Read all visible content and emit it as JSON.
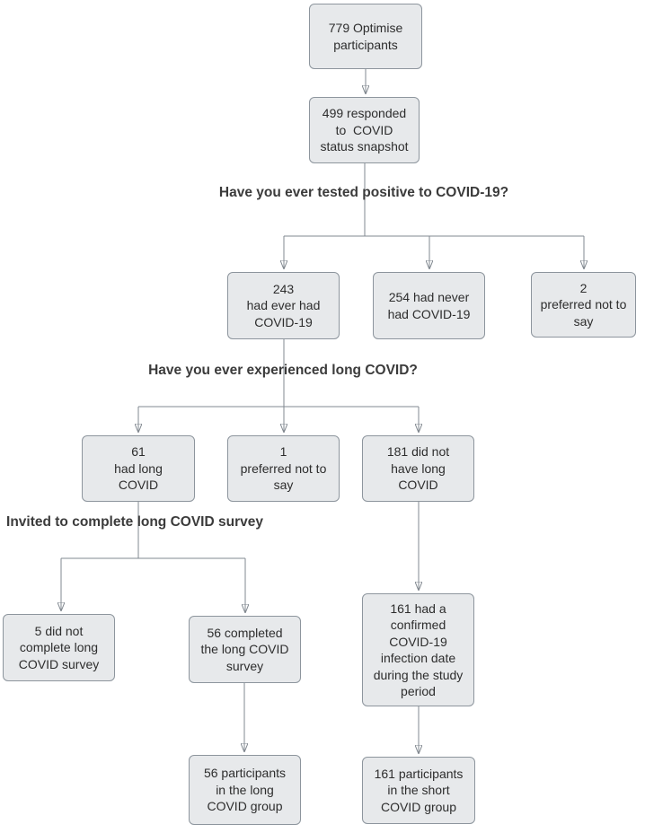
{
  "colors": {
    "box_fill": "#e7e9eb",
    "box_border": "#8d959d",
    "line": "#828990",
    "arrowhead": "#333a44",
    "box_text": "#2d2d2d",
    "label_text": "#3b3b3b",
    "background": "#ffffff"
  },
  "nodes": [
    {
      "id": "optimise-participants",
      "text": "779 Optimise\nparticipants"
    },
    {
      "id": "responded-covid-snapshot",
      "text": "499 responded\nto  COVID\nstatus snapshot"
    },
    {
      "id": "ever-had-covid",
      "text": "243\nhad ever had\nCOVID-19"
    },
    {
      "id": "never-had-covid",
      "text": "254 had never\nhad COVID-19"
    },
    {
      "id": "preferred-not-to-say-covid",
      "text": "2\npreferred not to\nsay"
    },
    {
      "id": "had-long-covid",
      "text": "61\nhad long\nCOVID"
    },
    {
      "id": "preferred-not-to-say-long",
      "text": "1\npreferred not to\nsay"
    },
    {
      "id": "did-not-have-long-covid",
      "text": "181 did not\nhave long\nCOVID"
    },
    {
      "id": "did-not-complete-survey",
      "text": "5 did not\ncomplete long\nCOVID survey"
    },
    {
      "id": "completed-long-covid-survey",
      "text": "56 completed\nthe long COVID\nsurvey"
    },
    {
      "id": "confirmed-infection-date",
      "text": "161 had a\nconfirmed\nCOVID-19\ninfection date\nduring the study\nperiod"
    },
    {
      "id": "long-covid-group",
      "text": "56 participants\nin the long\nCOVID group"
    },
    {
      "id": "short-covid-group",
      "text": "161 participants\nin the short\nCOVID group"
    }
  ],
  "labels": [
    {
      "id": "question-tested-positive",
      "text": "Have you ever tested positive to COVID-19?"
    },
    {
      "id": "question-long-covid",
      "text": "Have you ever experienced long COVID?"
    },
    {
      "id": "invited-survey",
      "text": "Invited to complete long COVID survey"
    }
  ]
}
